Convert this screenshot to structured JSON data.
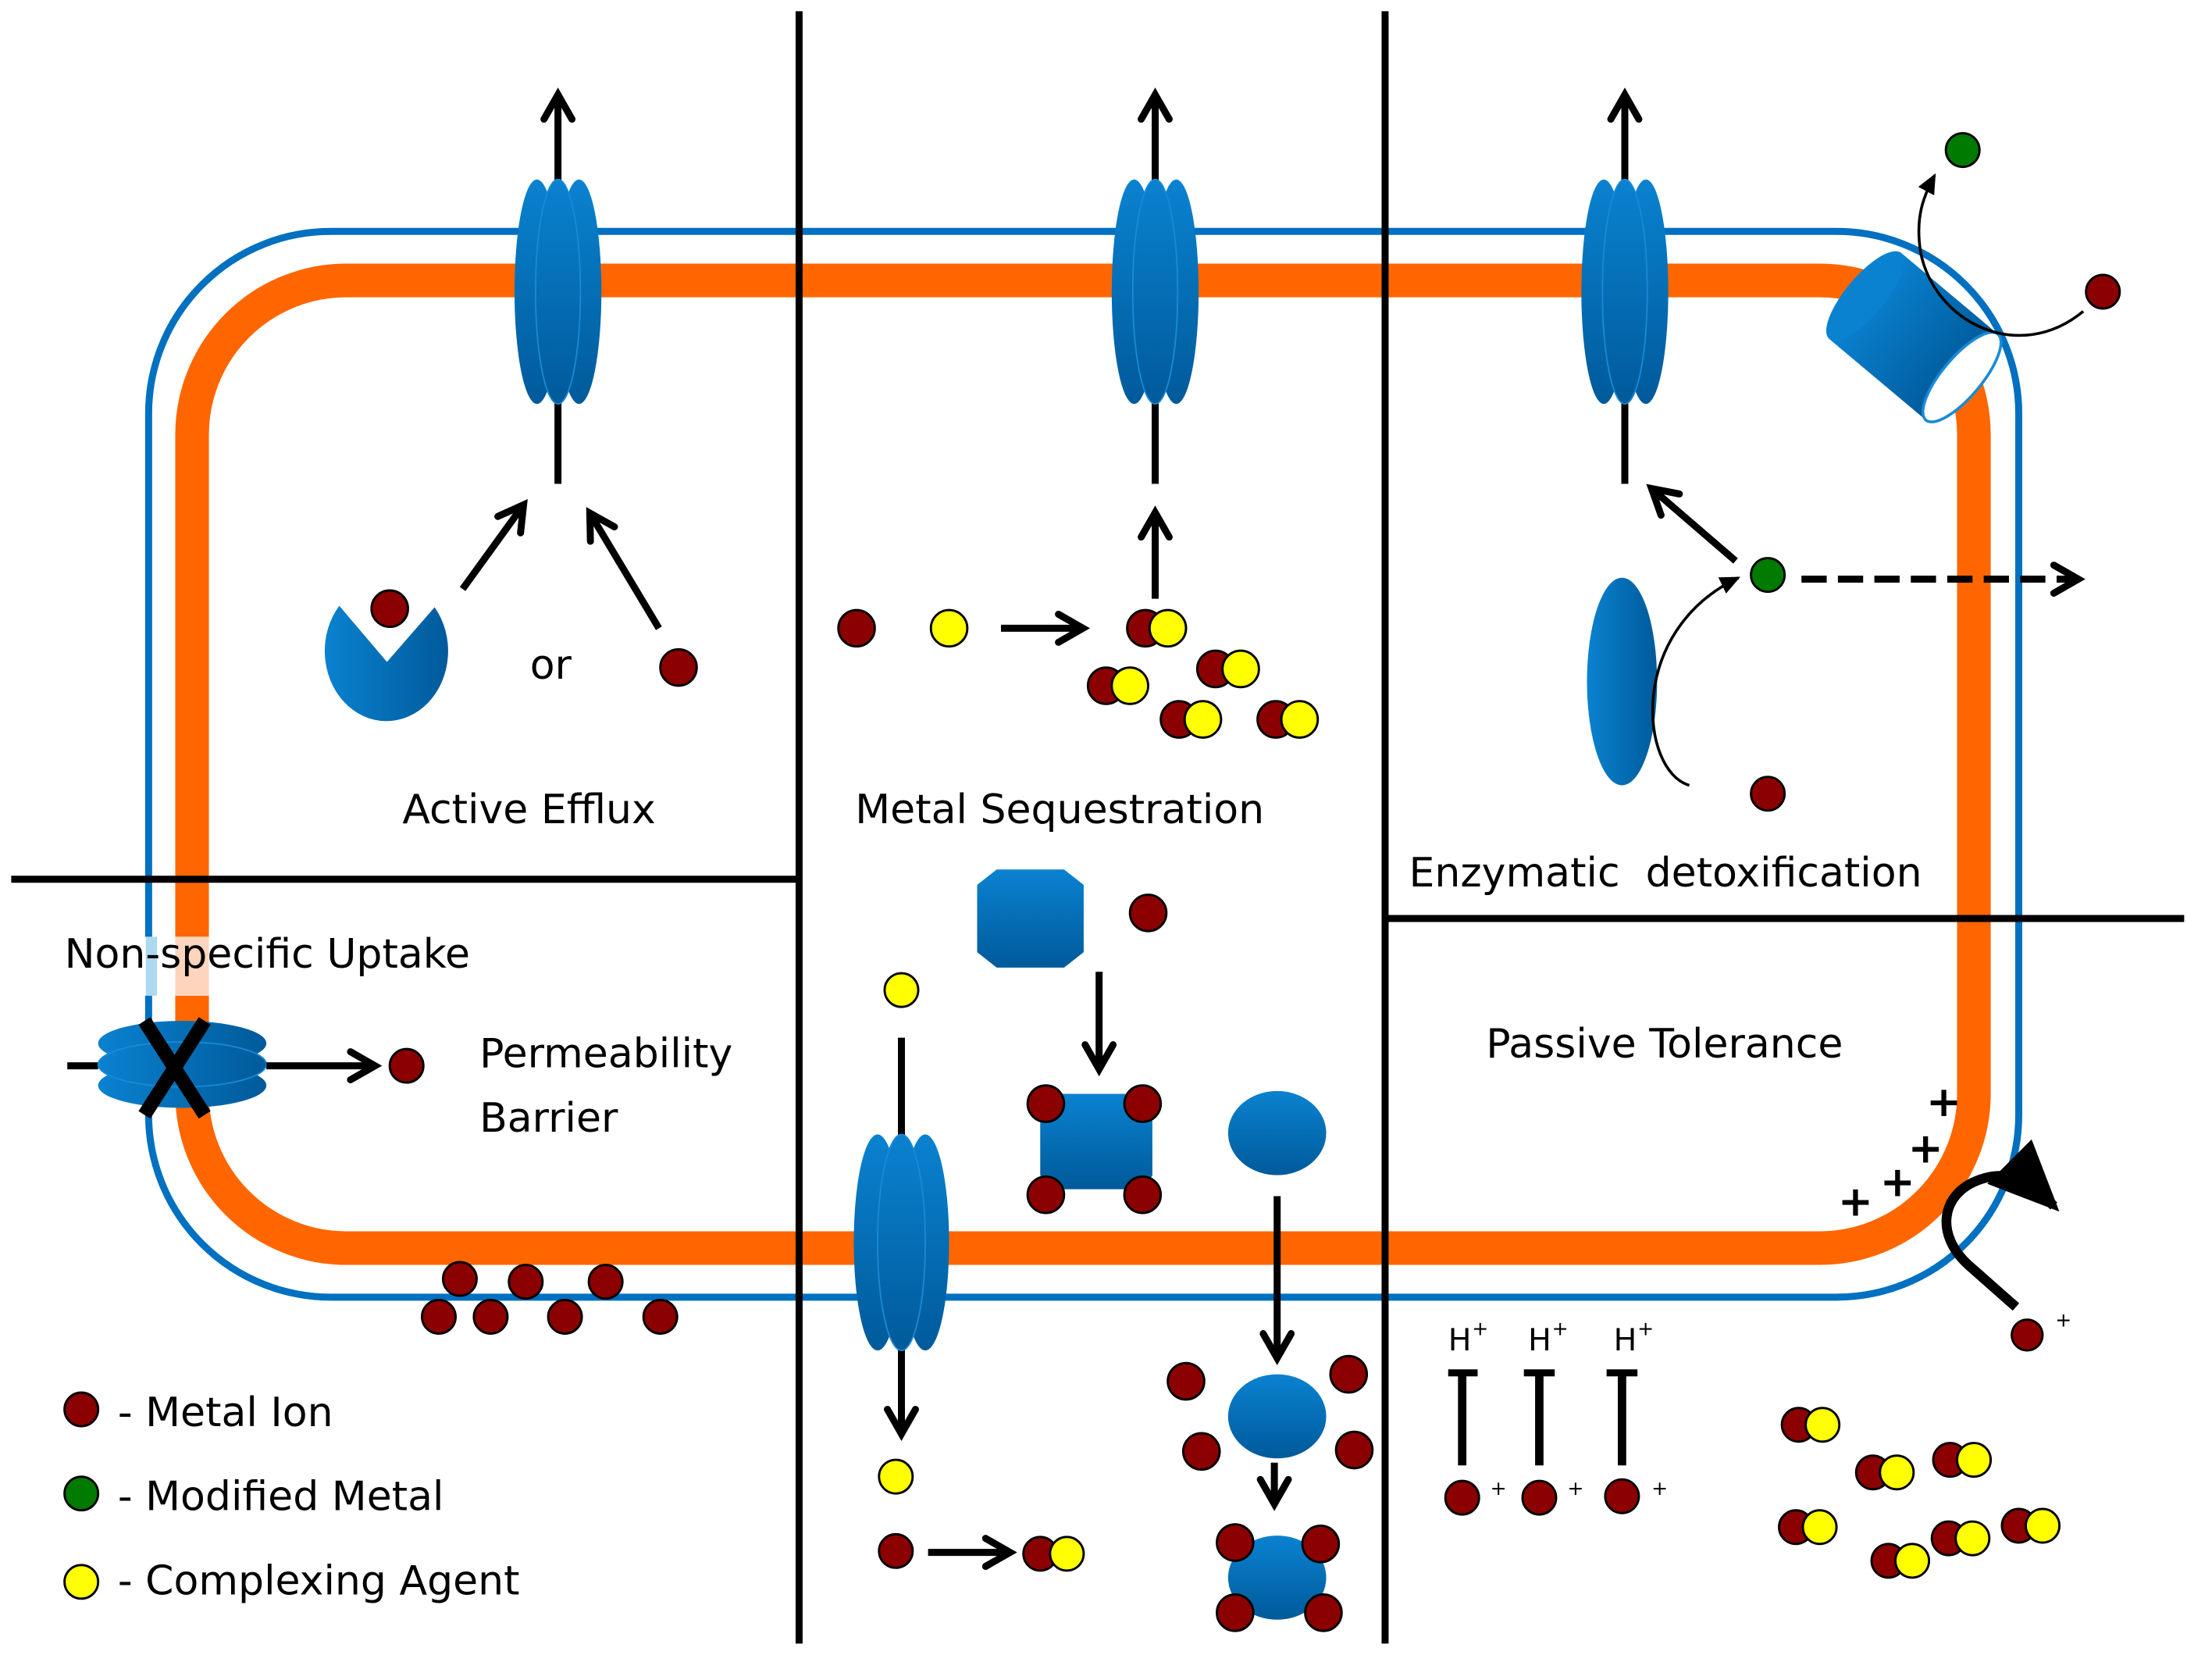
{
  "figure": {
    "title": "Bacterial metal resistance mechanisms",
    "panels": {
      "active_efflux": {
        "label": "Active Efflux",
        "or_text": "or"
      },
      "metal_sequestration": {
        "label": "Metal Sequestration"
      },
      "enzymatic_detox": {
        "label": "Enzymatic  detoxification"
      },
      "nonspecific_uptake": {
        "label": "Non-specific Uptake",
        "barrier_line1": "Permeability",
        "barrier_line2": "Barrier"
      },
      "passive_tolerance": {
        "label": "Passive Tolerance",
        "proton_label": "H",
        "proton_sup": "+",
        "ion_charge": "+",
        "surface_charge": "+"
      }
    },
    "legend": [
      {
        "symbol": "metal-ion",
        "color": "#8b0000",
        "label": "- Metal Ion"
      },
      {
        "symbol": "modified-metal",
        "color": "#007a00",
        "label": "- Modified Metal"
      },
      {
        "symbol": "complexing-agent",
        "color": "#ffff00",
        "label": "- Complexing Agent"
      }
    ],
    "colors": {
      "outer_membrane": "#0070c0",
      "inner_membrane": "#ff6600",
      "protein": "#0070c0",
      "divider": "#000000"
    }
  }
}
